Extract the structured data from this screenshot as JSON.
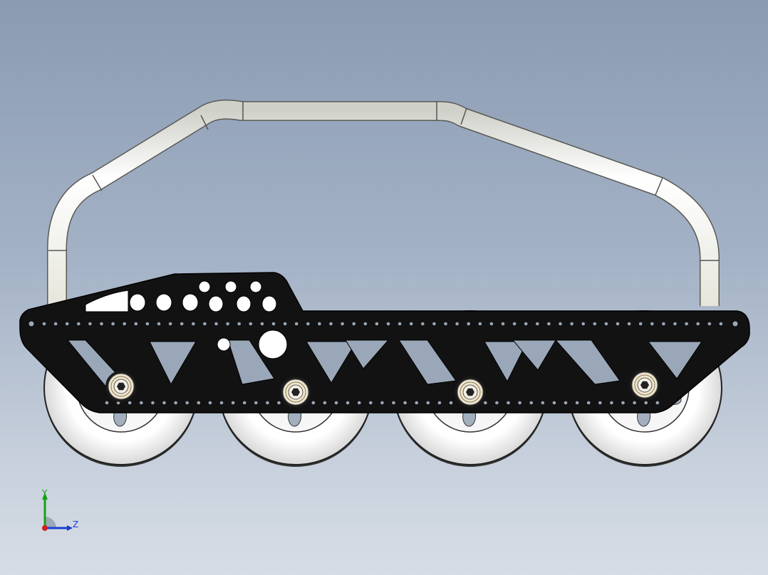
{
  "viewport": {
    "background_top": "#8a9bb2",
    "background_bottom": "#d7dde6"
  },
  "model": {
    "description_icons": [
      "roll-cage-tube",
      "side-plate",
      "wheel",
      "bearing-hub",
      "gear"
    ],
    "colors": {
      "tube": "#f4f4f0",
      "plate": "#111111",
      "wheel": "#ffffff",
      "bearing": "#efe6cf"
    },
    "wheel_count": 4
  },
  "triad": {
    "y_label": "Y",
    "z_label": "Z",
    "y_color": "#18a018",
    "z_color": "#1a3fd0",
    "x_color": "#d02020"
  }
}
